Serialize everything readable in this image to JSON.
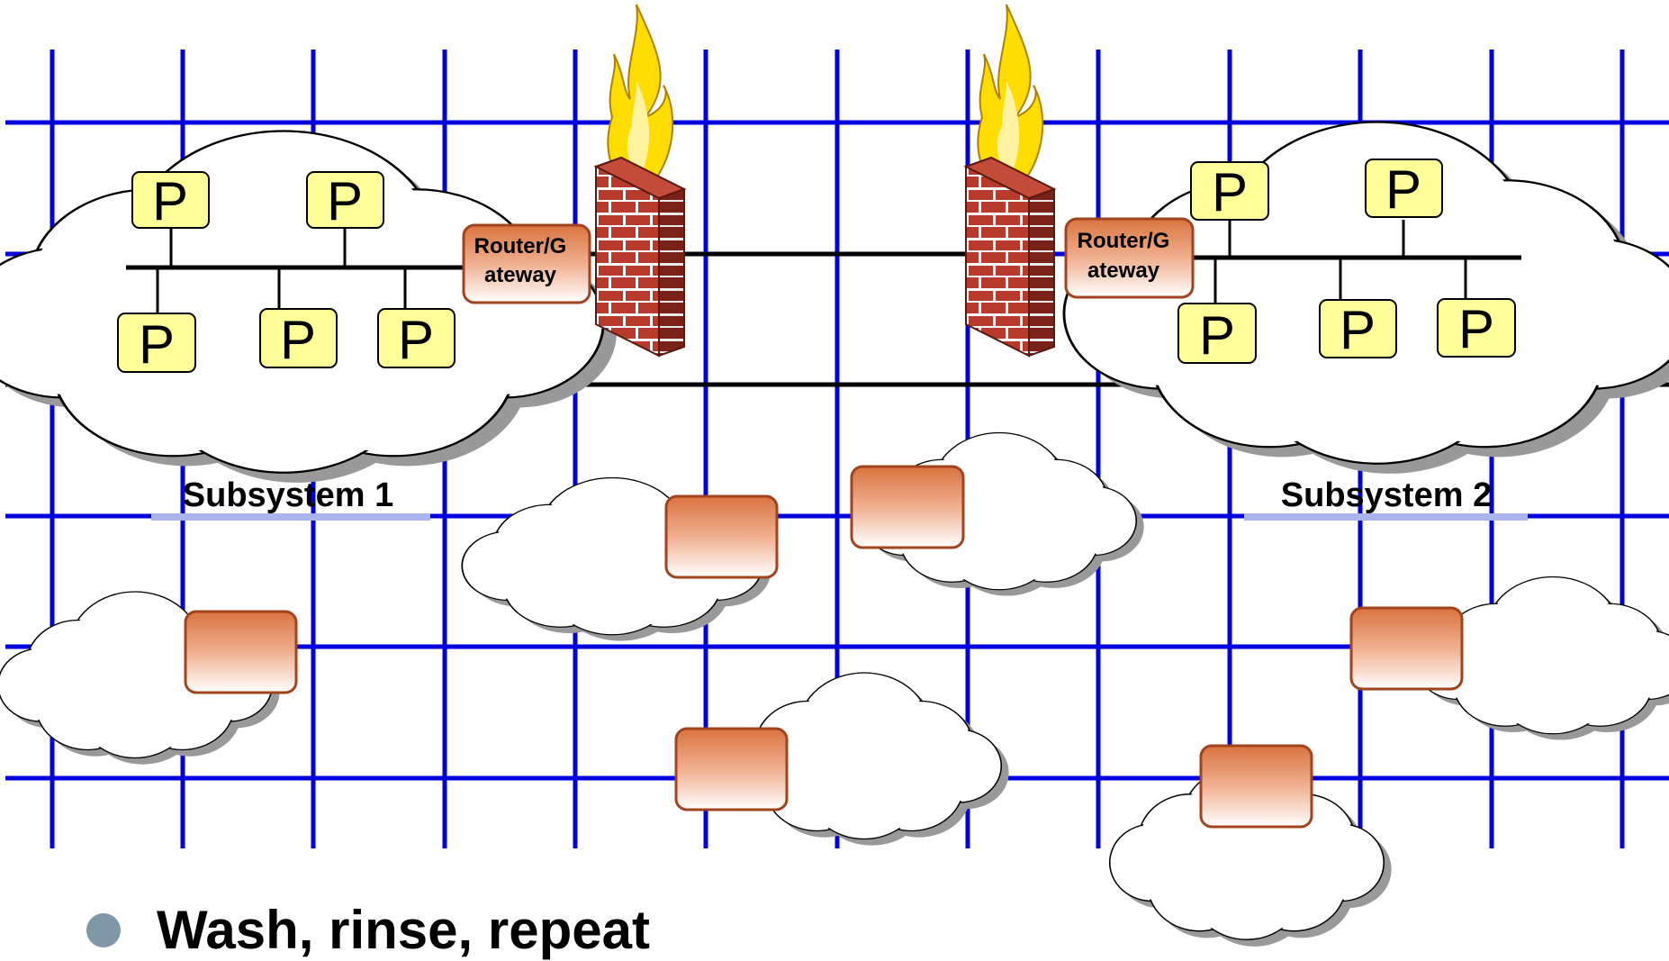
{
  "colors": {
    "grid": "#0000dd",
    "node_fill": "#ffff99",
    "router_dark": "#d9733f",
    "router_border": "#a0431e",
    "brick": "#b03a2e",
    "flame": "#ffdd00",
    "bullet": "#7f97a6"
  },
  "node_label": "P",
  "subsystems": [
    {
      "label": "Subsystem 1",
      "router_label_line1": "Router/G",
      "router_label_line2": "ateway"
    },
    {
      "label": "Subsystem 2",
      "router_label_line1": "Router/G",
      "router_label_line2": "ateway"
    }
  ],
  "icons": [
    "firewall-icon",
    "flame-icon",
    "cloud-icon",
    "bullet-icon"
  ],
  "bullet": {
    "text": "Wash, rinse, repeat"
  }
}
